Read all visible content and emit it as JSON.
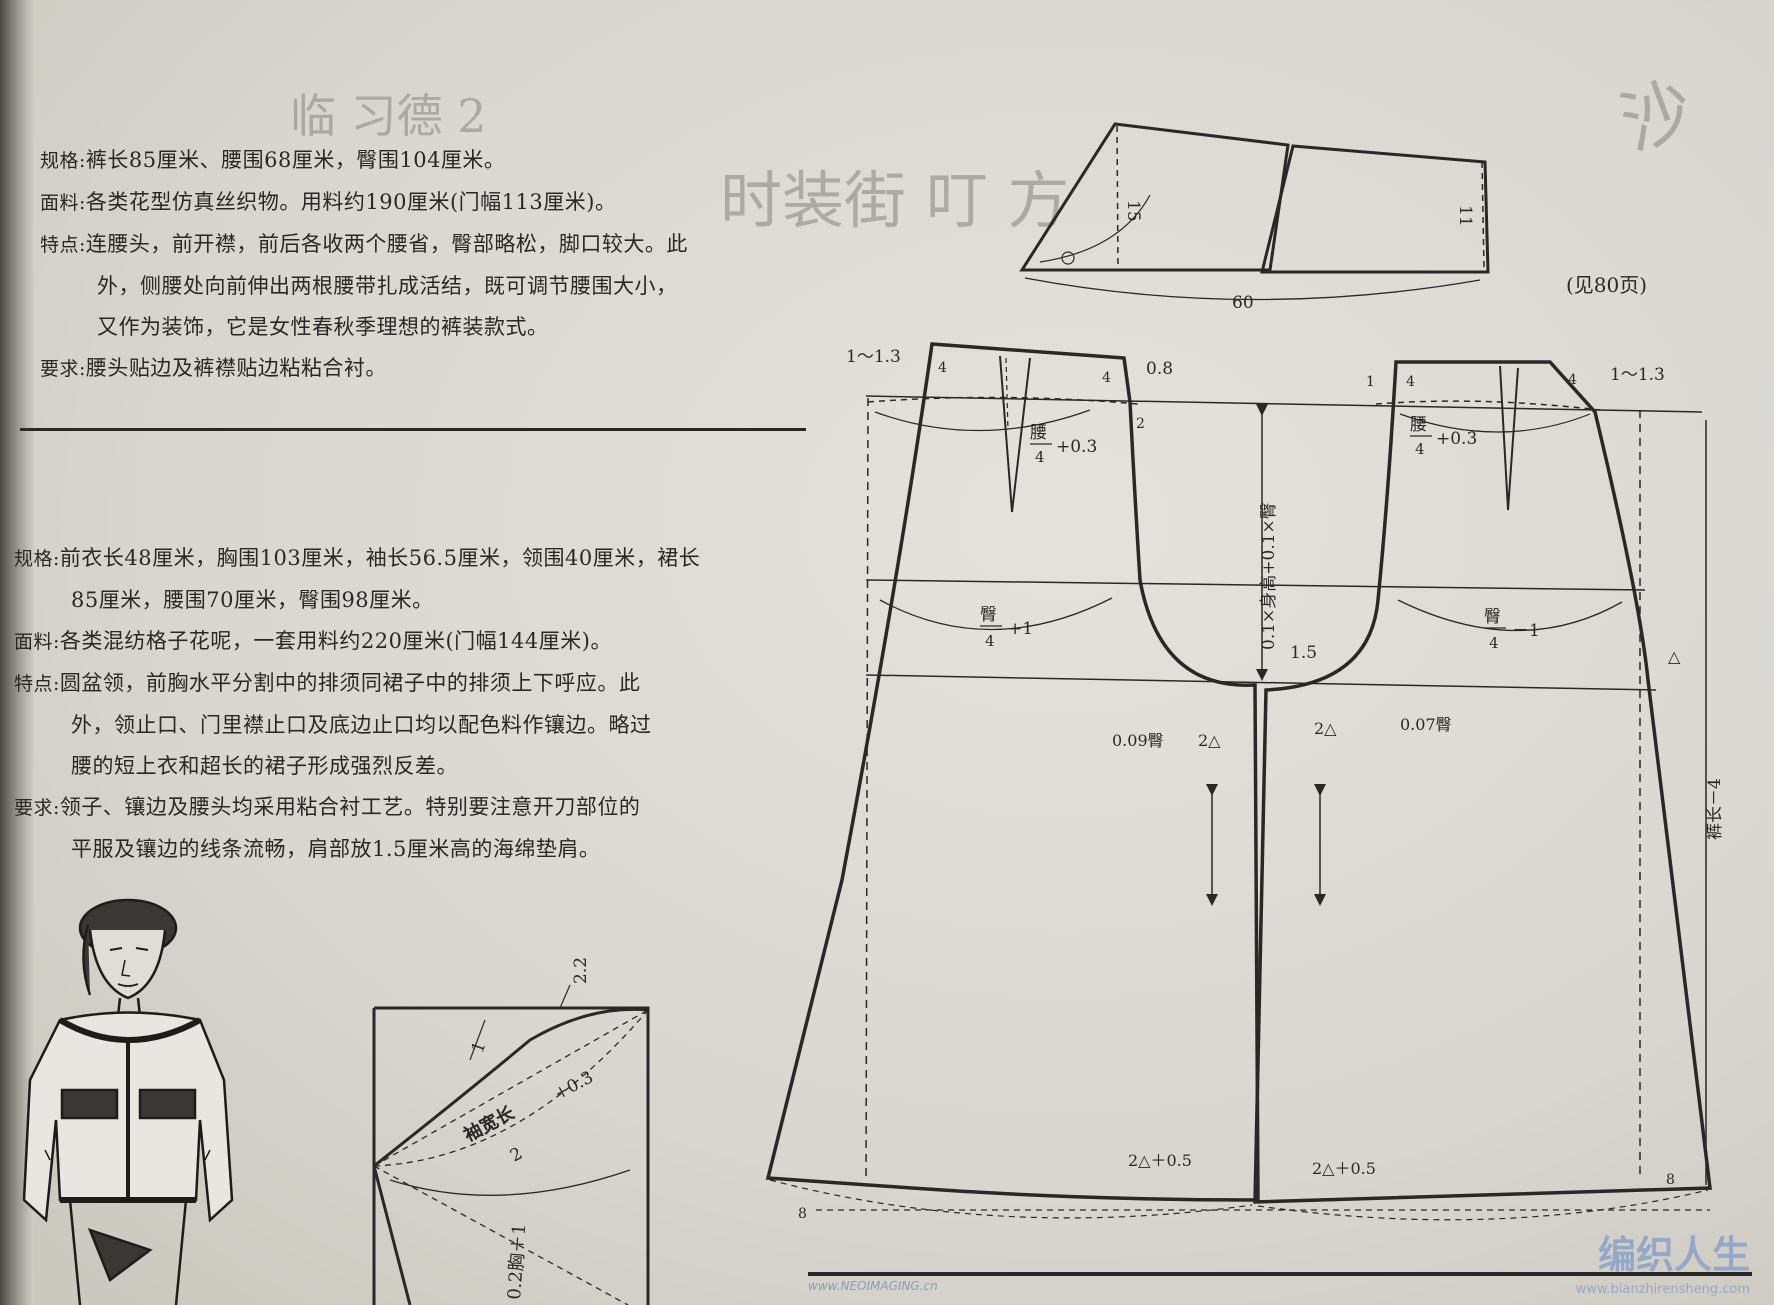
{
  "ghost_text": {
    "line1": "临 习德 2",
    "line2": "时装街 叮 方",
    "line3": "沙"
  },
  "top_spec": {
    "rows": [
      {
        "label": "规格:",
        "text": "裤长85厘米、腰围68厘米，臀围104厘米。"
      },
      {
        "label": "面料:",
        "text": "各类花型仿真丝织物。用料约190厘米(门幅113厘米)。"
      },
      {
        "label": "特点:",
        "text": "连腰头，前开襟，前后各收两个腰省，臀部略松，脚口较大。此"
      },
      {
        "label": "",
        "text": "外，侧腰处向前伸出两根腰带扎成活结，既可调节腰围大小，"
      },
      {
        "label": "",
        "text": "又作为装饰，它是女性春秋季理想的裤装款式。"
      },
      {
        "label": "要求:",
        "text": "腰头贴边及裤襟贴边粘粘合衬。"
      }
    ]
  },
  "bottom_spec": {
    "rows": [
      {
        "label": "规格:",
        "text": "前衣长48厘米，胸围103厘米，袖长56.5厘米，领围40厘米，裙长"
      },
      {
        "label": "",
        "text": "85厘米，腰围70厘米，臀围98厘米。"
      },
      {
        "label": "面料:",
        "text": "各类混纺格子花呢，一套用料约220厘米(门幅144厘米)。"
      },
      {
        "label": "特点:",
        "text": "圆盆领，前胸水平分割中的排须同裙子中的排须上下呼应。此"
      },
      {
        "label": "",
        "text": "外，领止口、门里襟止口及底边止口均以配色料作镶边。略过"
      },
      {
        "label": "",
        "text": "腰的短上衣和超长的裙子形成强烈反差。"
      },
      {
        "label": "要求:",
        "text": "领子、镶边及腰头均采用粘合衬工艺。特别要注意开刀部位的"
      },
      {
        "label": "",
        "text": "平服及镶边的线条流畅，肩部放1.5厘米高的海绵垫肩。"
      }
    ]
  },
  "waistband": {
    "dim_15": "15",
    "dim_11": "11",
    "dim_60": "60",
    "page_ref": "(见80页)"
  },
  "trouser_labels": {
    "l_1_1_3": "1～1.3",
    "l_4a": "4",
    "l_4b": "4",
    "l_0_8": "0.8",
    "l_2": "2",
    "waist_front_num": "腰",
    "waist_front_den": "4",
    "waist_front_add": "+0.3",
    "rise_formula": "0.1×身高+0.1×臀",
    "l_1": "1",
    "l_4c": "4",
    "l_4d": "4",
    "r_1_1_3": "1～1.3",
    "waist_back_num": "腰",
    "waist_back_den": "4",
    "waist_back_add": "+0.3",
    "hip_front_num": "臀",
    "hip_front_den": "4",
    "hip_front_add": "+1",
    "hip_back_num": "臀",
    "hip_back_den": "4",
    "hip_back_add": "－1",
    "l_1_5": "1.5",
    "l_0_09": "0.09臀",
    "l_2tri_a": "2△",
    "l_2tri_b": "2△",
    "l_0_07": "0.07臀",
    "l_tri": "△",
    "trouser_length": "裤长－4",
    "hem_left": "2△＋0.5",
    "hem_right": "2△＋0.5",
    "l_8a": "8",
    "l_8b": "8"
  },
  "sleeve_labels": {
    "l_2_2": "2.2",
    "l_1": "1",
    "sleeve_num": "袖宽长",
    "sleeve_den": "2",
    "sleeve_add": "+0.3",
    "chest": "0.2胸＋1"
  },
  "watermarks": {
    "brand": "编织人生",
    "brand_url": "www.bianzhirensheng.com",
    "site2": "www.NEOIMAGING.cn"
  }
}
